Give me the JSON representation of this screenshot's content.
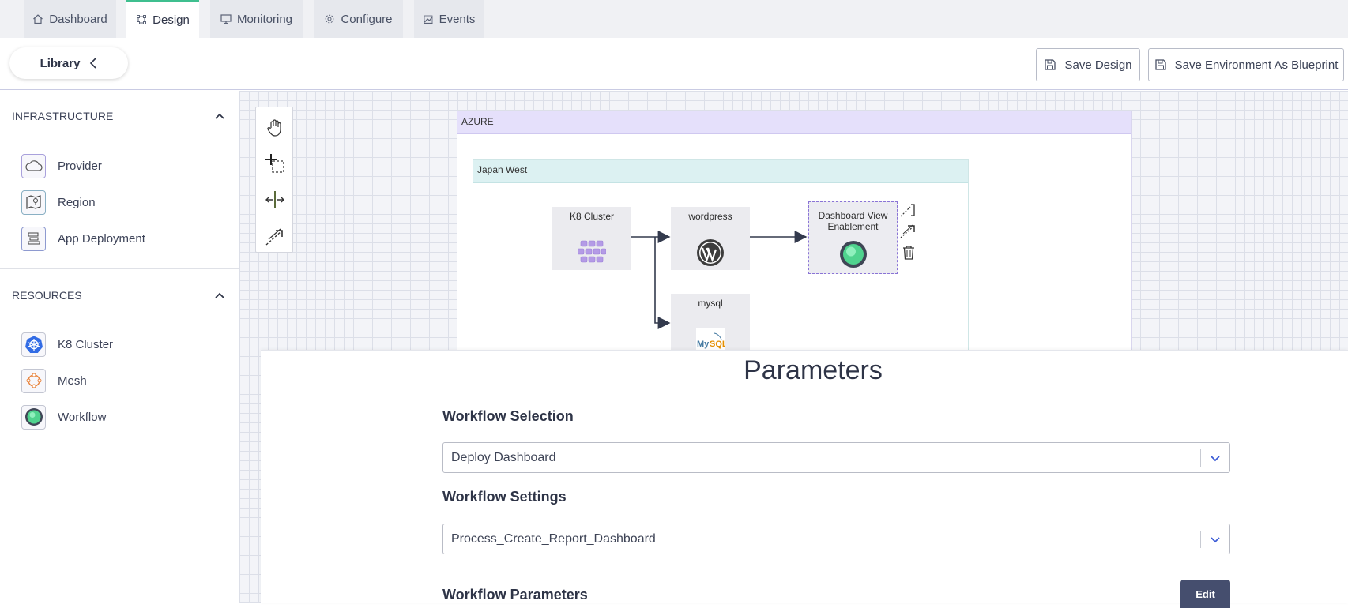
{
  "tabs": [
    {
      "label": "Dashboard",
      "icon": "home-icon",
      "active": false
    },
    {
      "label": "Design",
      "icon": "design-icon",
      "active": true
    },
    {
      "label": "Monitoring",
      "icon": "monitor-icon",
      "active": false
    },
    {
      "label": "Configure",
      "icon": "gear-icon",
      "active": false
    },
    {
      "label": "Events",
      "icon": "events-icon",
      "active": false
    }
  ],
  "header": {
    "library_label": "Library",
    "save_design_label": "Save Design",
    "save_blueprint_label": "Save Environment As Blueprint"
  },
  "sidebar": {
    "infrastructure": {
      "title": "INFRASTRUCTURE",
      "items": [
        {
          "label": "Provider",
          "icon": "cloud-icon"
        },
        {
          "label": "Region",
          "icon": "map-pin-icon"
        },
        {
          "label": "App Deployment",
          "icon": "app-deployment-icon"
        }
      ]
    },
    "resources": {
      "title": "RESOURCES",
      "items": [
        {
          "label": "K8 Cluster",
          "icon": "kubernetes-icon"
        },
        {
          "label": "Mesh",
          "icon": "mesh-icon"
        },
        {
          "label": "Workflow",
          "icon": "workflow-icon"
        }
      ]
    }
  },
  "canvas": {
    "tools": [
      "hand-pan-icon",
      "select-area-icon",
      "split-icon",
      "connect-arrow-icon"
    ],
    "provider_label": "AZURE",
    "region_label": "Japan West",
    "nodes": [
      {
        "label": "K8 Cluster",
        "icon": "k8-cluster-icon"
      },
      {
        "label": "wordpress",
        "icon": "wordpress-icon"
      },
      {
        "label": "Dashboard View Enablement",
        "icon": "workflow-icon"
      },
      {
        "label": "mysql",
        "icon": "mysql-icon",
        "icon_text": "MySQL"
      }
    ],
    "node_actions": [
      "connect-line-icon",
      "connect-arrow-icon",
      "trash-icon"
    ]
  },
  "parameters": {
    "title": "Parameters",
    "workflow_selection_label": "Workflow Selection",
    "workflow_selection_value": "Deploy Dashboard",
    "workflow_settings_label": "Workflow Settings",
    "workflow_settings_value": "Process_Create_Report_Dashboard",
    "workflow_parameters_label": "Workflow Parameters",
    "edit_label": "Edit"
  },
  "colors": {
    "active_tab_accent": "#3fbf8f",
    "provider_header": "#e5e0fb",
    "region_header": "#dcf1f2",
    "edit_button": "#454e6e"
  }
}
